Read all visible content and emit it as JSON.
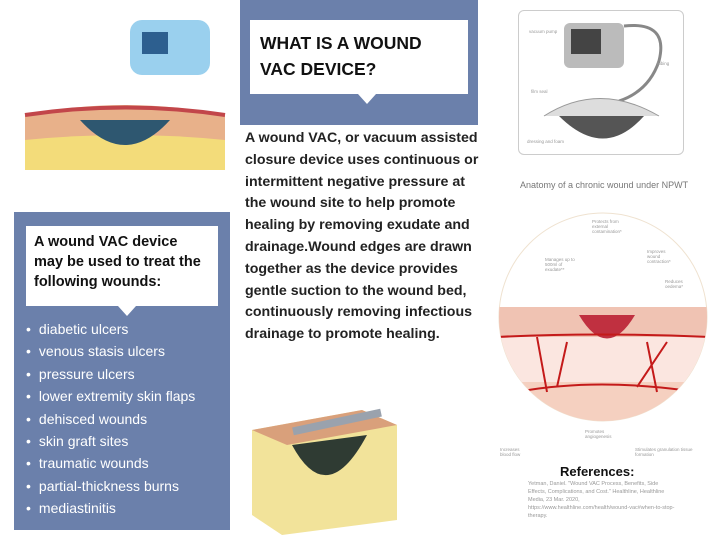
{
  "left": {
    "heading": "A wound VAC device may be used to treat the following wounds:",
    "items": [
      "diabetic ulcers",
      "venous stasis ulcers",
      "pressure ulcers",
      "lower extremity skin flaps",
      "dehisced wounds",
      "skin graft sites",
      "traumatic wounds",
      "partial-thickness burns",
      "mediastinitis"
    ]
  },
  "middle": {
    "heading": "WHAT IS A WOUND VAC DEVICE?",
    "description": "A wound VAC, or vacuum assisted closure device uses continuous or intermittent negative pressure at the wound site to help promote healing by removing exudate and drainage.Wound edges are drawn together as the device provides gentle suction to the wound bed, continuously removing infectious drainage to promote healing."
  },
  "right": {
    "device_labels": [
      "vacuum pump",
      "tubing",
      "film seal",
      "dressing and foam"
    ],
    "caption": "Anatomy of a chronic wound under NPWT",
    "anatomy_labels": [
      "Protects from external contamination*",
      "Manages up to 500ml of exudate**",
      "Improves wound contraction*",
      "Reduces oedema*",
      "Promotes angiogenesis",
      "Increases blood flow",
      "Stimulates granulation tissue formation"
    ],
    "references_title": "References:",
    "references_text": "Yetman, Daniel. \"Wound VAC Process, Benefits, Side Effects, Complications, and Cost.\" Healthline, Healthline Media, 23 Mar. 2020, https://www.healthline.com/health/wound-vac#when-to-stop-therapy."
  }
}
